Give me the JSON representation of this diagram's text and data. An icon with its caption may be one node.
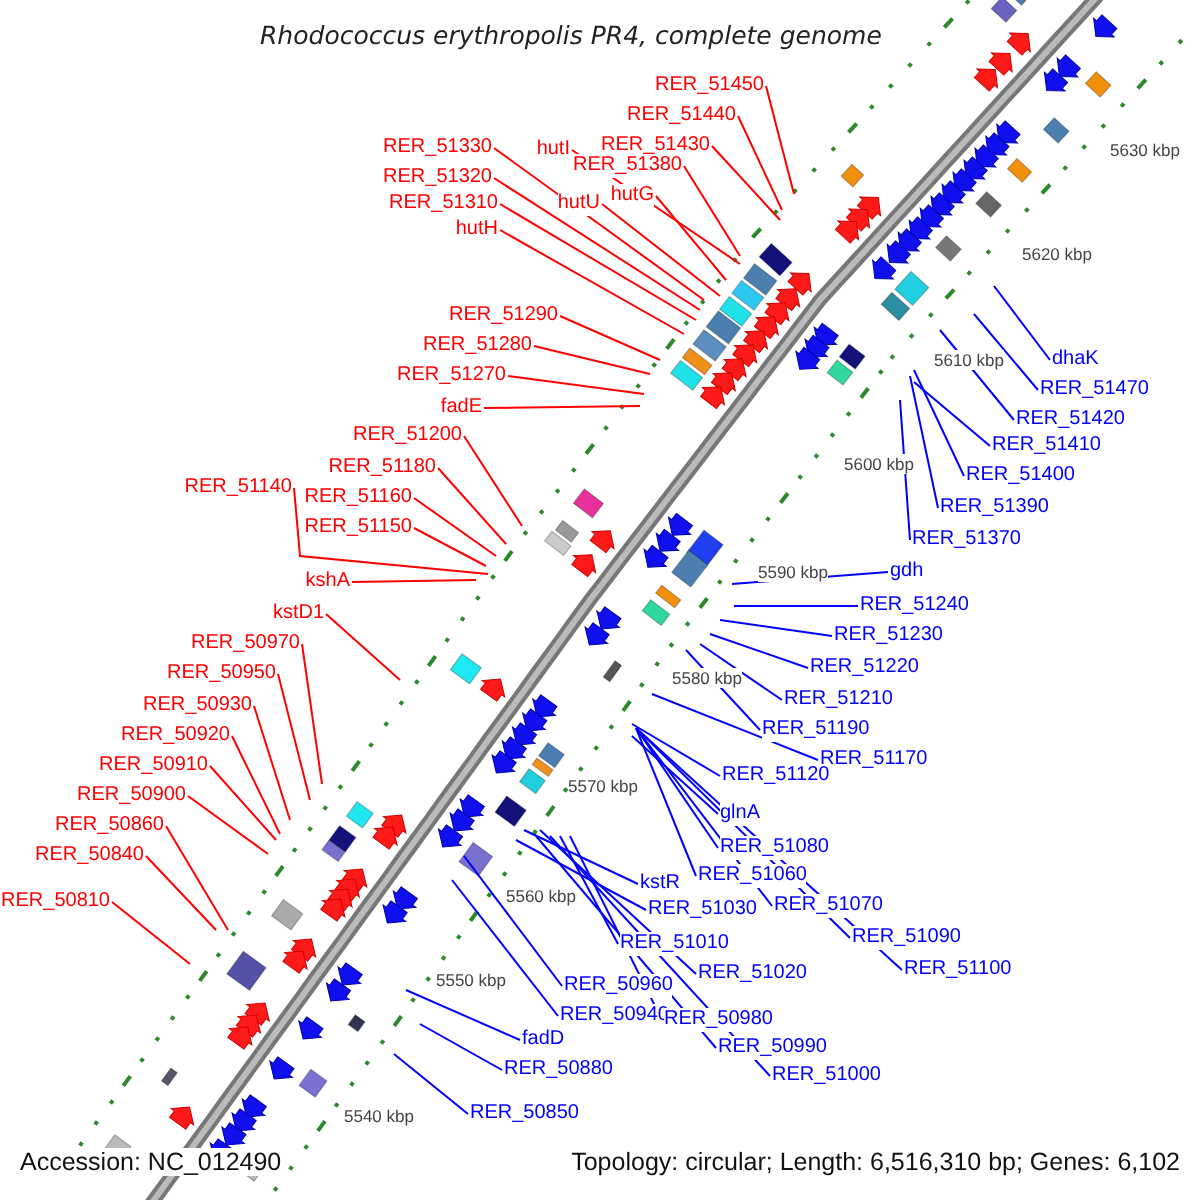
{
  "diagram": {
    "title": "Rhodococcus erythropolis PR4, complete genome",
    "nodes": [
      {
        "text": [
          "RER_51450"
        ]
      },
      {
        "text": [
          "RER_51440"
        ]
      },
      {
        "text": [
          "RER_51430"
        ]
      },
      {
        "text": [
          "RER_51330"
        ]
      },
      {
        "text": [
          "hutI"
        ]
      },
      {
        "text": [
          "RER_51380"
        ]
      },
      {
        "text": [
          "RER_51320"
        ]
      },
      {
        "text": [
          "hutG"
        ]
      },
      {
        "text": [
          "hutU"
        ]
      },
      {
        "text": [
          "RER_51310"
        ]
      },
      {
        "text": [
          "hutH"
        ]
      },
      {
        "text": [
          "RER_51290"
        ]
      },
      {
        "text": [
          "RER_51280"
        ]
      },
      {
        "text": [
          "dhaK"
        ]
      },
      {
        "text": [
          "RER_51270"
        ]
      },
      {
        "text": [
          "RER_51470"
        ]
      },
      {
        "text": [
          "fadE"
        ]
      },
      {
        "text": [
          "RER_51420"
        ]
      },
      {
        "text": [
          "RER_51200"
        ]
      },
      {
        "text": [
          "RER_51410"
        ]
      },
      {
        "text": [
          "RER_51180"
        ]
      },
      {
        "text": [
          "RER_51400"
        ]
      },
      {
        "text": [
          "RER_51140"
        ]
      },
      {
        "text": [
          "RER_51160"
        ]
      },
      {
        "text": [
          "RER_51390"
        ]
      },
      {
        "text": [
          "RER_51150"
        ]
      },
      {
        "text": [
          "RER_51370"
        ]
      },
      {
        "text": [
          "gdh"
        ]
      },
      {
        "text": [
          "kshA"
        ]
      },
      {
        "text": [
          "RER_51240"
        ]
      },
      {
        "text": [
          "kstD1"
        ]
      },
      {
        "text": [
          "RER_51230"
        ]
      },
      {
        "text": [
          "RER_50970"
        ]
      },
      {
        "text": [
          "RER_51220"
        ]
      },
      {
        "text": [
          "RER_50950"
        ]
      },
      {
        "text": [
          "RER_51210"
        ]
      },
      {
        "text": [
          "RER_50930"
        ]
      },
      {
        "text": [
          "RER_51190"
        ]
      },
      {
        "text": [
          "RER_50920"
        ]
      },
      {
        "text": [
          "RER_51170"
        ]
      },
      {
        "text": [
          "RER_50910"
        ]
      },
      {
        "text": [
          "RER_51120"
        ]
      },
      {
        "text": [
          "RER_50900"
        ]
      },
      {
        "text": [
          "glnA"
        ]
      },
      {
        "text": [
          "RER_50860"
        ]
      },
      {
        "text": [
          "RER_51080"
        ]
      },
      {
        "text": [
          "RER_50840"
        ]
      },
      {
        "text": [
          "RER_51060"
        ]
      },
      {
        "text": [
          "kstR"
        ]
      },
      {
        "text": [
          "RER_50810"
        ]
      },
      {
        "text": [
          "RER_51070"
        ]
      },
      {
        "text": [
          "RER_51030"
        ]
      },
      {
        "text": [
          "RER_51090"
        ]
      },
      {
        "text": [
          "RER_51010"
        ]
      },
      {
        "text": [
          "RER_51100"
        ]
      },
      {
        "text": [
          "RER_51020"
        ]
      },
      {
        "text": [
          "RER_50960"
        ]
      },
      {
        "text": [
          "RER_50940"
        ]
      },
      {
        "text": [
          "RER_50980"
        ]
      },
      {
        "text": [
          "fadD"
        ]
      },
      {
        "text": [
          "RER_50990"
        ]
      },
      {
        "text": [
          "RER_50880"
        ]
      },
      {
        "text": [
          "RER_51000"
        ]
      },
      {
        "text": [
          "RER_50850"
        ]
      }
    ],
    "edges": [
      {
        "from": 0,
        "to": null,
        "arrow": "none",
        "color": "#ff0000"
      },
      {
        "from": 1,
        "to": null,
        "arrow": "none",
        "color": "#ff0000"
      },
      {
        "from": 2,
        "to": null,
        "arrow": "none",
        "color": "#ff0000"
      },
      {
        "from": 3,
        "to": null,
        "arrow": "none",
        "color": "#ff0000"
      },
      {
        "from": 4,
        "to": null,
        "arrow": "none",
        "color": "#ff0000"
      },
      {
        "from": 5,
        "to": null,
        "arrow": "none",
        "color": "#ff0000"
      },
      {
        "from": 6,
        "to": null,
        "arrow": "none",
        "color": "#ff0000"
      },
      {
        "from": 7,
        "to": null,
        "arrow": "none",
        "color": "#ff0000"
      },
      {
        "from": 8,
        "to": null,
        "arrow": "none",
        "color": "#ff0000"
      },
      {
        "from": 9,
        "to": null,
        "arrow": "none",
        "color": "#ff0000"
      },
      {
        "from": 10,
        "to": null,
        "arrow": "none",
        "color": "#ff0000"
      },
      {
        "from": 11,
        "to": null,
        "arrow": "none",
        "color": "#ff0000"
      },
      {
        "from": 12,
        "to": null,
        "arrow": "none",
        "color": "#ff0000"
      },
      {
        "from": 13,
        "to": null,
        "arrow": "none"
      },
      {
        "from": 14,
        "to": null,
        "arrow": "none",
        "color": "#ff0000"
      },
      {
        "from": 15,
        "to": null,
        "arrow": "none"
      },
      {
        "from": 16,
        "to": null,
        "arrow": "none",
        "color": "#ff0000"
      },
      {
        "from": 17,
        "to": null,
        "arrow": "none"
      },
      {
        "from": 18,
        "to": null,
        "arrow": "none",
        "color": "#ff0000"
      },
      {
        "from": 19,
        "to": null,
        "arrow": "none"
      },
      {
        "from": 20,
        "to": null,
        "arrow": "none",
        "color": "#ff0000"
      },
      {
        "from": 21,
        "to": null,
        "arrow": "none"
      },
      {
        "from": 22,
        "to": null,
        "arrow": "none",
        "color": "#ff0000"
      },
      {
        "from": 23,
        "to": null,
        "arrow": "none",
        "color": "#ff0000"
      },
      {
        "from": 24,
        "to": null,
        "arrow": "none"
      },
      {
        "from": 25,
        "to": null,
        "arrow": "none",
        "color": "#ff0000"
      },
      {
        "from": 26,
        "to": null,
        "arrow": "none"
      },
      {
        "from": 27,
        "to": null,
        "arrow": "none"
      },
      {
        "from": 28,
        "to": null,
        "arrow": "none",
        "color": "#ff0000"
      },
      {
        "from": 29,
        "to": null,
        "arrow": "none"
      },
      {
        "from": 30,
        "to": null,
        "arrow": "none",
        "color": "#ff0000"
      },
      {
        "from": 31,
        "to": null,
        "arrow": "none"
      },
      {
        "from": 32,
        "to": null,
        "arrow": "none",
        "color": "#ff0000"
      },
      {
        "from": 33,
        "to": null,
        "arrow": "none"
      },
      {
        "from": 34,
        "to": null,
        "arrow": "none",
        "color": "#ff0000"
      },
      {
        "from": 35,
        "to": null,
        "arrow": "none"
      },
      {
        "from": 36,
        "to": null,
        "arrow": "none",
        "color": "#ff0000"
      },
      {
        "from": 37,
        "to": null,
        "arrow": "none"
      },
      {
        "from": 38,
        "to": null,
        "arrow": "none",
        "color": "#ff0000"
      },
      {
        "from": 39,
        "to": null,
        "arrow": "none"
      },
      {
        "from": 40,
        "to": null,
        "arrow": "none",
        "color": "#ff0000"
      },
      {
        "from": 41,
        "to": null,
        "arrow": "none"
      },
      {
        "from": 42,
        "to": null,
        "arrow": "none",
        "color": "#ff0000"
      },
      {
        "from": 43,
        "to": null,
        "arrow": "none"
      },
      {
        "from": 44,
        "to": null,
        "arrow": "none",
        "color": "#ff0000"
      },
      {
        "from": 45,
        "to": null,
        "arrow": "none"
      },
      {
        "from": 46,
        "to": null,
        "arrow": "none",
        "color": "#ff0000"
      },
      {
        "from": 47,
        "to": null,
        "arrow": "none"
      },
      {
        "from": 48,
        "to": null,
        "arrow": "none"
      },
      {
        "from": 49,
        "to": null,
        "arrow": "none",
        "color": "#ff0000"
      },
      {
        "from": 50,
        "to": null,
        "arrow": "none"
      },
      {
        "from": 51,
        "to": null,
        "arrow": "none"
      },
      {
        "from": 52,
        "to": null,
        "arrow": "none"
      },
      {
        "from": 53,
        "to": null,
        "arrow": "none"
      },
      {
        "from": 54,
        "to": null,
        "arrow": "none"
      },
      {
        "from": 55,
        "to": null,
        "arrow": "none"
      },
      {
        "from": 56,
        "to": null,
        "arrow": "none"
      },
      {
        "from": 57,
        "to": null,
        "arrow": "none"
      },
      {
        "from": 58,
        "to": null,
        "arrow": "none"
      },
      {
        "from": 59,
        "to": null,
        "arrow": "none"
      },
      {
        "from": 60,
        "to": null,
        "arrow": "none"
      },
      {
        "from": 61,
        "to": null,
        "arrow": "none"
      },
      {
        "from": 62,
        "to": null,
        "arrow": "none"
      },
      {
        "from": 63,
        "to": null,
        "arrow": "none"
      }
    ],
    "labels": [
      "5630 kbp",
      "5620 kbp",
      "5610 kbp",
      "5600 kbp",
      "5590 kbp",
      "5580 kbp",
      "5570 kbp",
      "5560 kbp",
      "5550 kbp",
      "5540 kbp",
      "Accession: NC_012490",
      "Topology: circular; Length: 6,516,310 bp; Genes: 6,102"
    ]
  }
}
